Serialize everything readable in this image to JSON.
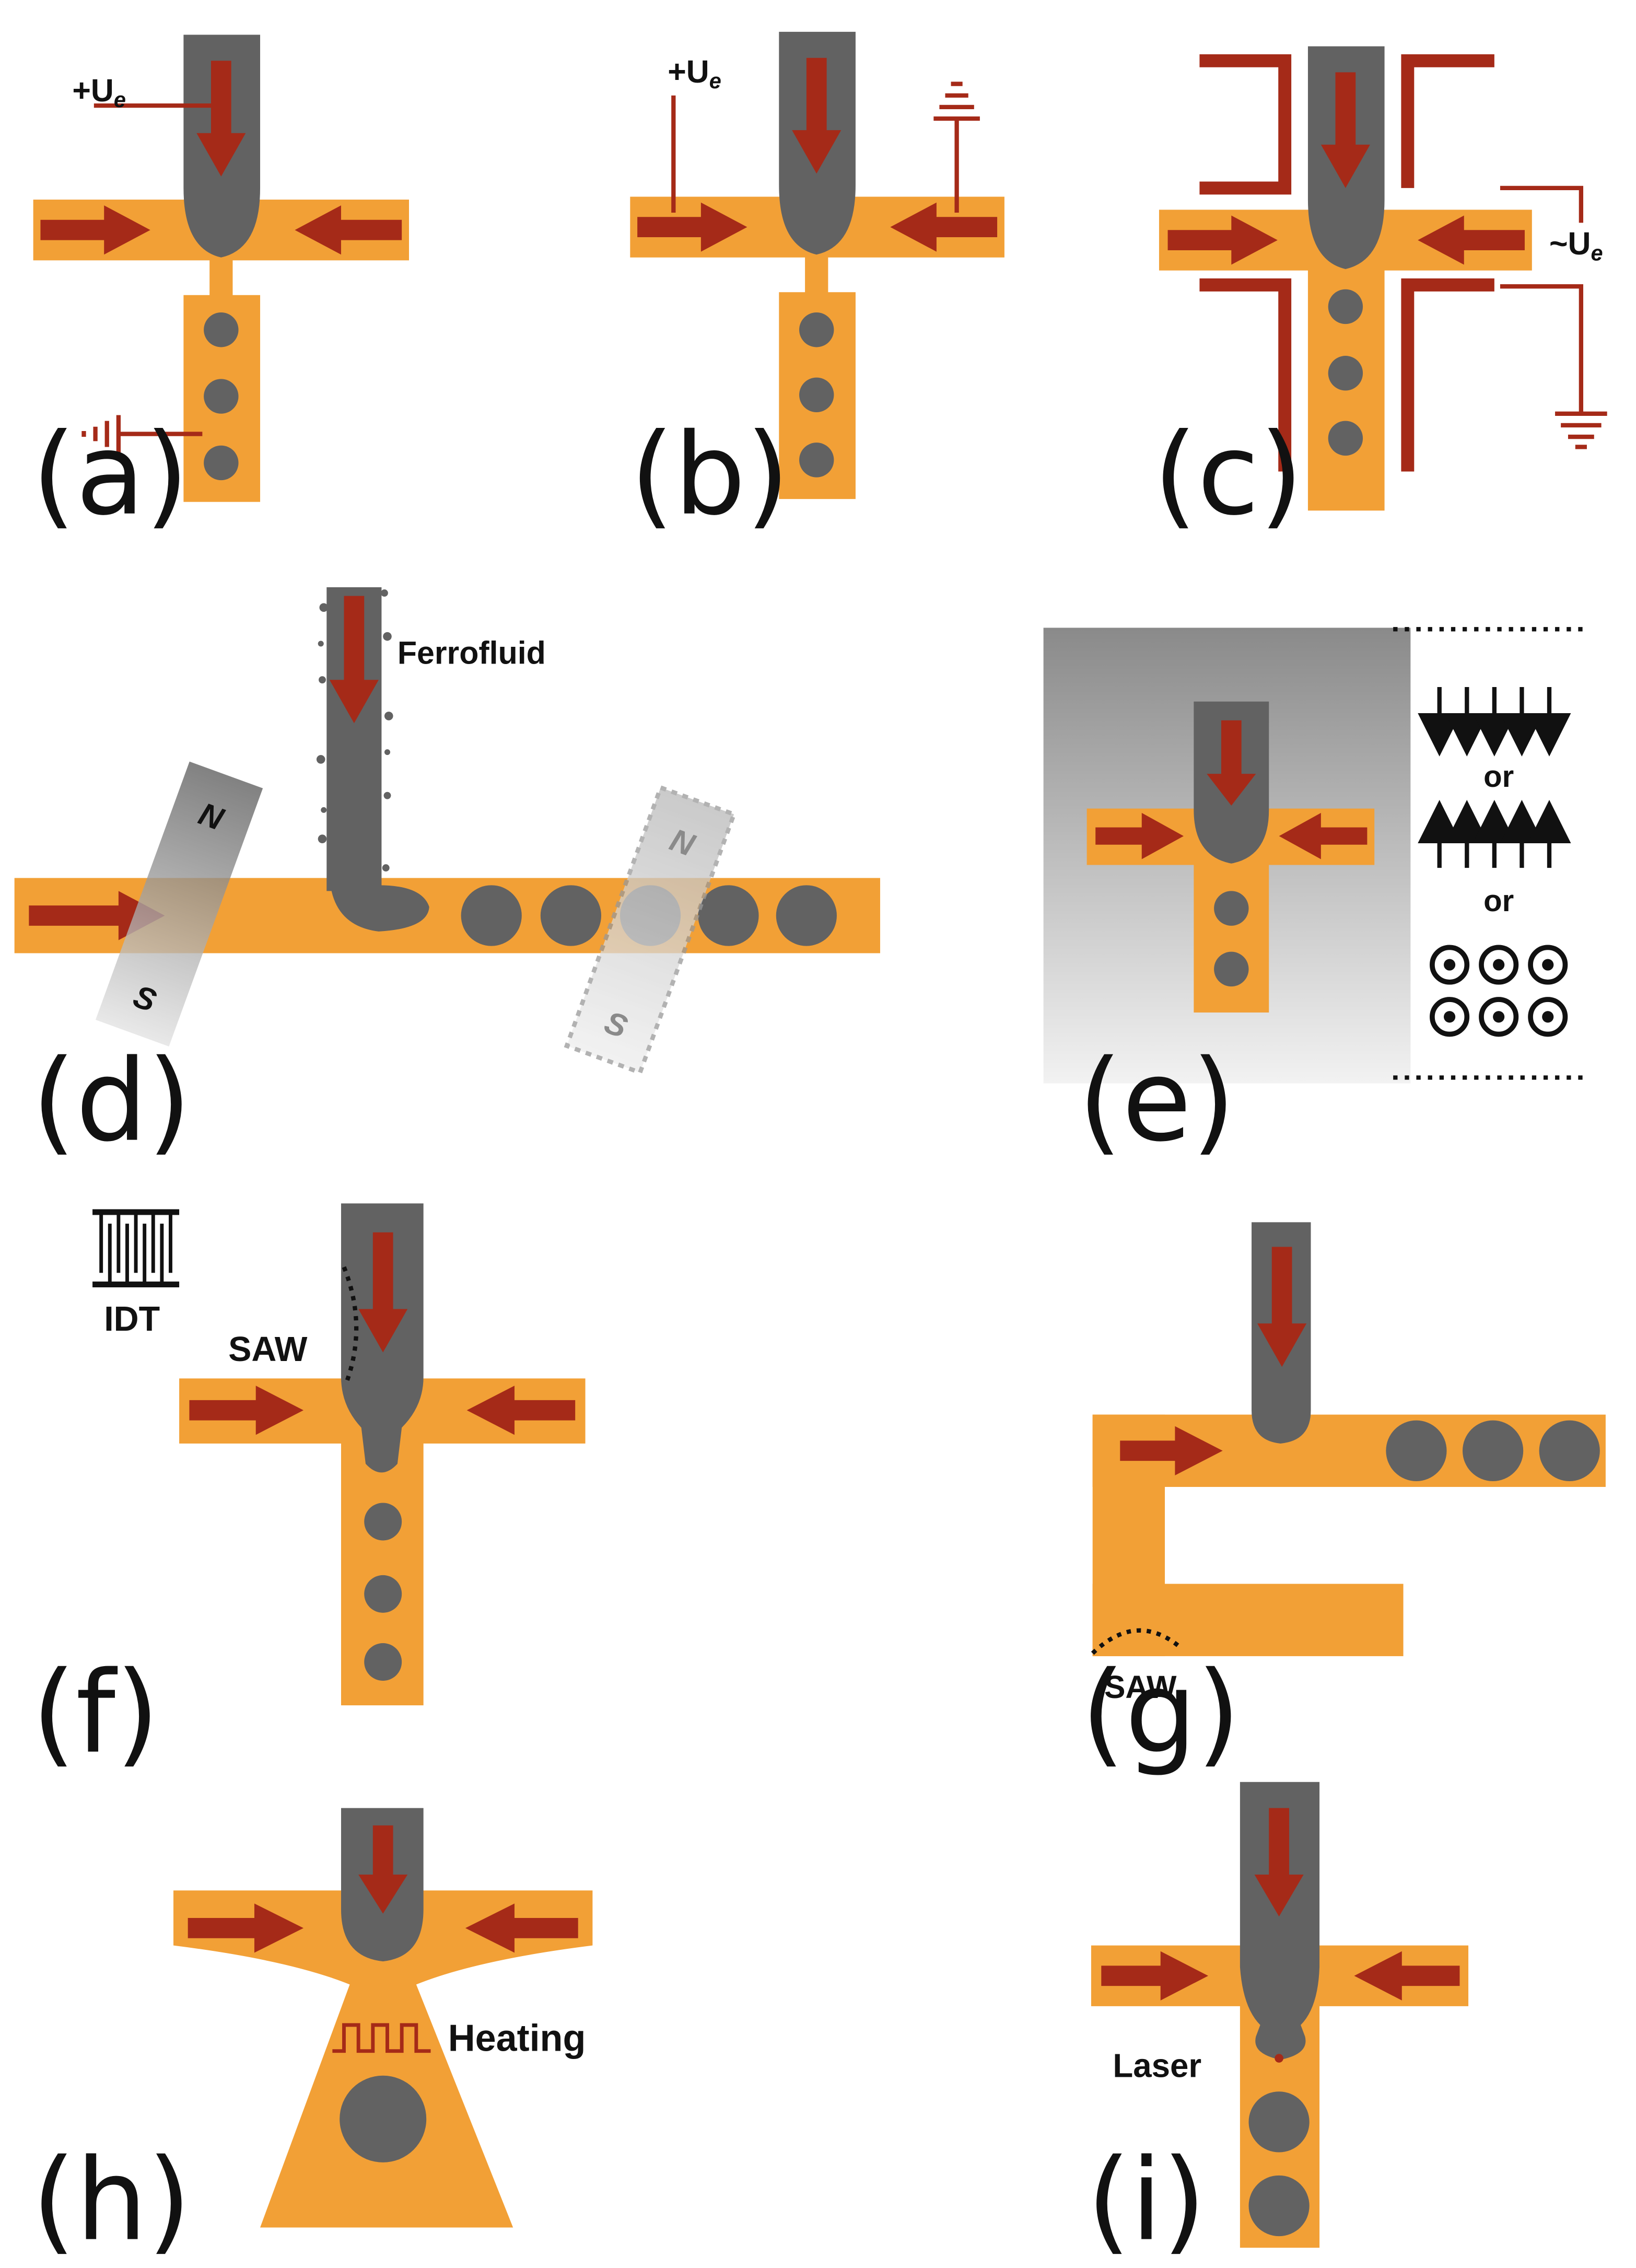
{
  "colors": {
    "channel": "#f2a036",
    "fluid": "#626262",
    "arrow": "#a52a18",
    "electrode": "#a52a18",
    "text": "#111111"
  },
  "panels": {
    "a": {
      "label": "(a)",
      "voltage": "+U",
      "voltage_sub": "e"
    },
    "b": {
      "label": "(b)",
      "voltage": "+U",
      "voltage_sub": "e"
    },
    "c": {
      "label": "(c)",
      "voltage": "~U",
      "voltage_sub": "e"
    },
    "d": {
      "label": "(d)",
      "ferrofluid": "Ferrofluid",
      "north": "N",
      "south": "S"
    },
    "e": {
      "label": "(e)",
      "or_1": "or",
      "or_2": "or"
    },
    "f": {
      "label": "(f)",
      "idt": "IDT",
      "saw": "SAW"
    },
    "g": {
      "label": "(g)",
      "saw": "SAW"
    },
    "h": {
      "label": "(h)",
      "heating": "Heating"
    },
    "i": {
      "label": "(i)",
      "laser": "Laser"
    }
  }
}
